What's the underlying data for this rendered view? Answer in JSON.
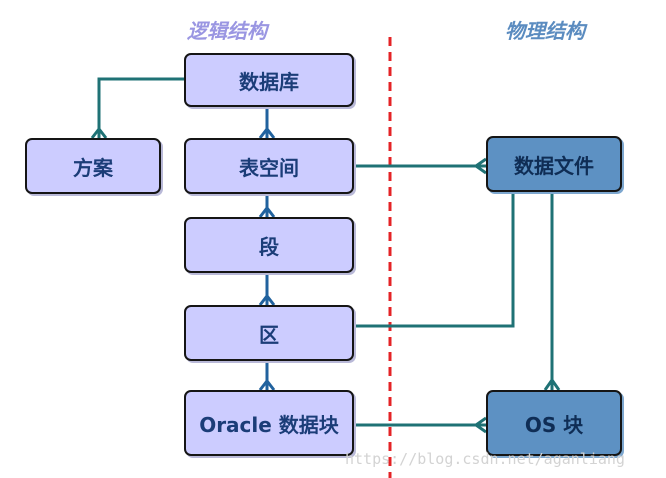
{
  "headings": {
    "logical": "逻辑结构",
    "physical": "物理结构"
  },
  "logical": {
    "database": "数据库",
    "schema": "方案",
    "tablespace": "表空间",
    "segment": "段",
    "extent": "区",
    "oracle_block": "Oracle 数据块"
  },
  "physical": {
    "datafile": "数据文件",
    "os_block": "OS 块"
  },
  "watermark": "https://blog.csdn.net/aganliang",
  "colors": {
    "logical_fill": "#CCCCFF",
    "physical_fill": "#5D91C3",
    "connector": "#1F7275",
    "divider": "#E42326",
    "heading_logical": "#9A96E2",
    "heading_physical": "#5B8CC0"
  }
}
